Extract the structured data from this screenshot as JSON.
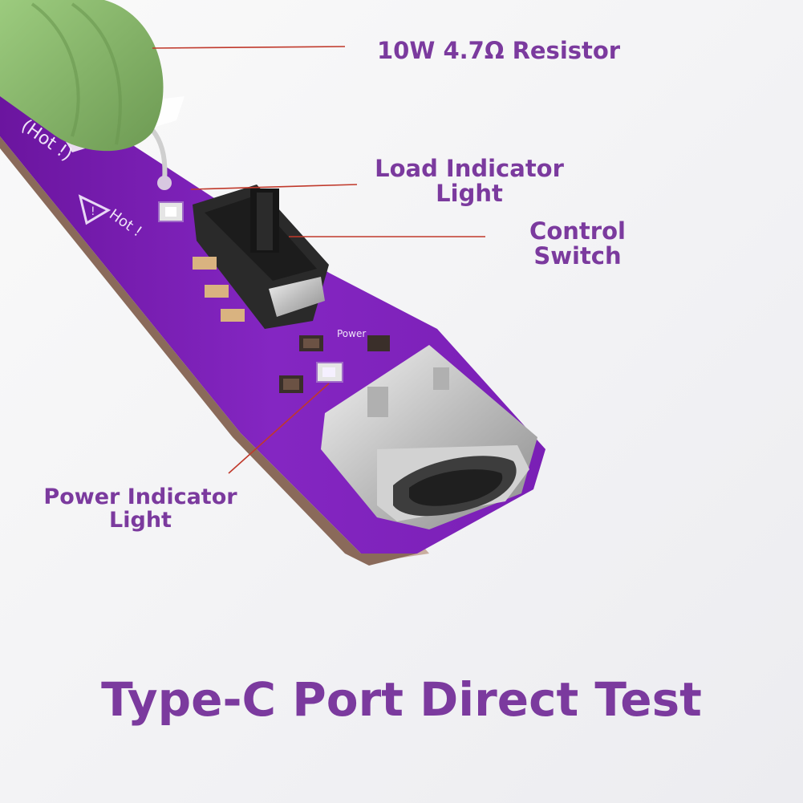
{
  "colors": {
    "accent_text": "#7b3a9e",
    "board": "#7a1fb5",
    "resistor": "#86b46a",
    "callout_line": "#c0392b",
    "background": "#f4f4f6"
  },
  "callouts": {
    "resistor": "10W 4.7Ω Resistor",
    "load_light_line1": "Load Indicator",
    "load_light_line2": "Light",
    "switch_line1": "Control",
    "switch_line2": "Switch",
    "power_light_line1": "Power Indicator",
    "power_light_line2": "Light"
  },
  "board_markings": {
    "warning": "Hot !",
    "hot_paren": "(Hot !)",
    "power_led": "Power"
  },
  "headline": "Type-C Port Direct Test"
}
